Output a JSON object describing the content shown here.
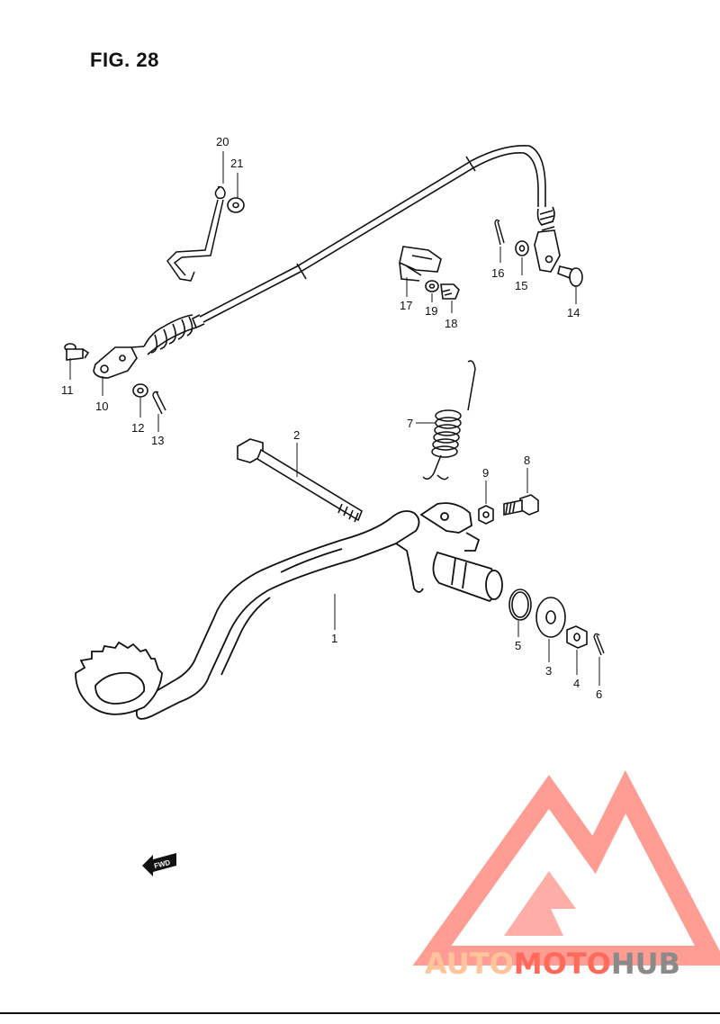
{
  "figure": {
    "title": "FIG. 28"
  },
  "callouts": [
    {
      "id": "1",
      "label": "1"
    },
    {
      "id": "2",
      "label": "2"
    },
    {
      "id": "3",
      "label": "3"
    },
    {
      "id": "4",
      "label": "4"
    },
    {
      "id": "5",
      "label": "5"
    },
    {
      "id": "6",
      "label": "6"
    },
    {
      "id": "7",
      "label": "7"
    },
    {
      "id": "8",
      "label": "8"
    },
    {
      "id": "9",
      "label": "9"
    },
    {
      "id": "10",
      "label": "10"
    },
    {
      "id": "11",
      "label": "11"
    },
    {
      "id": "12",
      "label": "12"
    },
    {
      "id": "13",
      "label": "13"
    },
    {
      "id": "14",
      "label": "14"
    },
    {
      "id": "15",
      "label": "15"
    },
    {
      "id": "16",
      "label": "16"
    },
    {
      "id": "17",
      "label": "17"
    },
    {
      "id": "18",
      "label": "18"
    },
    {
      "id": "19",
      "label": "19"
    },
    {
      "id": "20",
      "label": "20"
    },
    {
      "id": "21",
      "label": "21"
    }
  ],
  "direction_marker": {
    "label": "FWD"
  },
  "watermark": {
    "word_part1": "AUTO",
    "word_part2": "MOTO",
    "word_part3": "HUB",
    "color_accent": "#ff5a4a",
    "color_light": "#ffb98a",
    "color_dark": "#8a8a8a"
  }
}
